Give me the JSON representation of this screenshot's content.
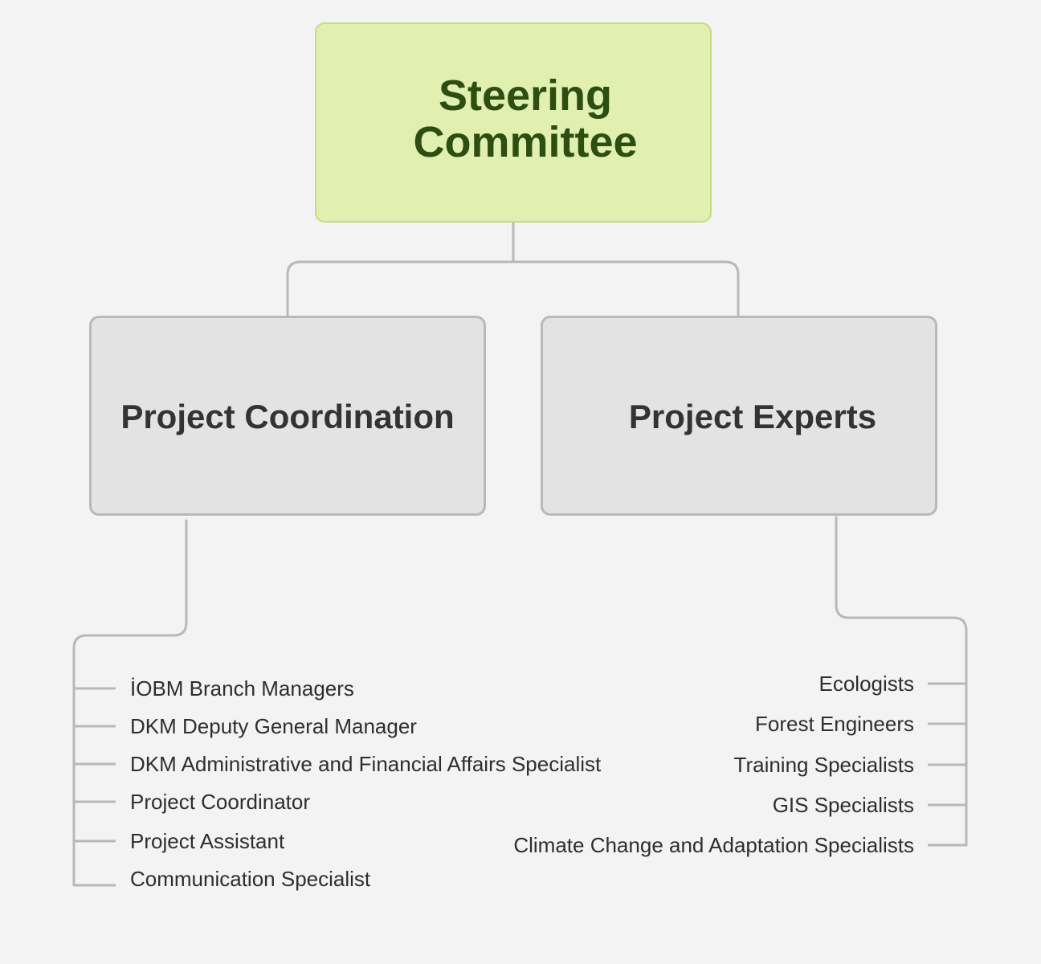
{
  "root": {
    "label": "Steering Committee"
  },
  "branches": [
    {
      "label": "Project Coordination",
      "items": [
        "İOBM Branch Managers",
        "DKM Deputy General Manager",
        "DKM Administrative and Financial Affairs Specialist",
        "Project Coordinator",
        "Project Assistant",
        "Communication Specialist"
      ]
    },
    {
      "label": "Project Experts",
      "items": [
        "Ecologists",
        "Forest Engineers",
        "Training Specialists",
        "GIS Specialists",
        "Climate Change and Adaptation Specialists"
      ]
    }
  ],
  "colors": {
    "background": "#f3f3f3",
    "root_fill": "#e1efb1",
    "root_border": "#c4df80",
    "root_text": "#2d4e12",
    "child_fill": "#e3e3e3",
    "child_border": "#b9b9b9",
    "connector": "#b8b8b8"
  }
}
